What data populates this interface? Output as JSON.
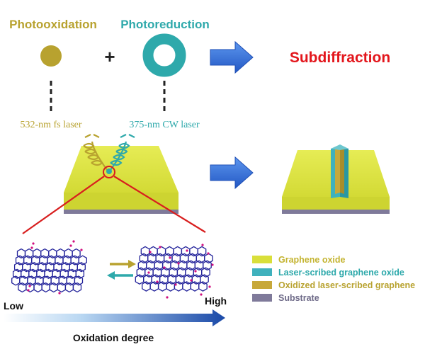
{
  "labels": {
    "photooxidation": "Photooxidation",
    "photoreduction": "Photoreduction",
    "plus": "+",
    "subdiffraction": "Subdiffraction",
    "fs_laser": "532-nm fs laser",
    "cw_laser": "375-nm CW laser",
    "low": "Low",
    "high": "High",
    "oxidation_degree": "Oxidation degree"
  },
  "legend": [
    {
      "label": "Graphene oxide",
      "color": "#d9df3a"
    },
    {
      "label": "Laser-scribed graphene oxide",
      "color": "#3fb1bd"
    },
    {
      "label": "Oxidized laser-scribed graphene",
      "color": "#c7a83a"
    },
    {
      "label": "Substrate",
      "color": "#7f7a9a"
    }
  ],
  "colors": {
    "oxidation": "#b8a22f",
    "reduction": "#2ea9ab",
    "subdiffraction": "#e3161c",
    "arrow": "#2f6bd6",
    "molecule": "#22229a",
    "oxygen": "#d0107f",
    "zoom": "#d81e1e"
  }
}
